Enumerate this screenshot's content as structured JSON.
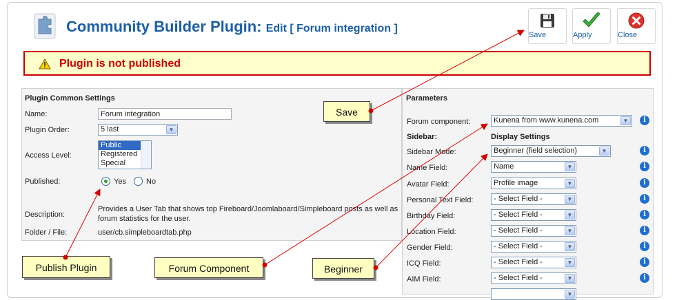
{
  "header": {
    "title": "Community Builder Plugin:",
    "subtitle": "Edit [ Forum integration ]"
  },
  "toolbar": {
    "save_label": "Save",
    "apply_label": "Apply",
    "close_label": "Close"
  },
  "notice": {
    "text": "Plugin is not published"
  },
  "common": {
    "heading": "Plugin Common Settings",
    "name_label": "Name:",
    "name_value": "Forum integration",
    "order_label": "Plugin Order:",
    "order_value": "5 last",
    "access_label": "Access Level:",
    "access_options": [
      "Public",
      "Registered",
      "Special"
    ],
    "published_label": "Published:",
    "published_yes": "Yes",
    "published_no": "No",
    "description_label": "Description:",
    "description_text": "Provides a User Tab that shows top Fireboard/Joomlaboard/Simpleboard posts as well as forum statistics for the user.",
    "folder_label": "Folder / File:",
    "folder_value": "user/cb.simpleboardtab.php"
  },
  "parameters": {
    "heading": "Parameters",
    "forum_component_label": "Forum component:",
    "forum_component_value": "Kunena from www.kunena.com",
    "sidebar_label": "Sidebar:",
    "display_settings_label": "Display Settings",
    "sidebar_mode_label": "Sidebar Mode:",
    "sidebar_mode_value": "Beginner (field selection)",
    "fields": [
      {
        "label": "Name Field:",
        "value": "Name"
      },
      {
        "label": "Avatar Field:",
        "value": "Profile image"
      },
      {
        "label": "Personal Text Field:",
        "value": "- Select Field -"
      },
      {
        "label": "Birthday Field:",
        "value": "- Select Field -"
      },
      {
        "label": "Location Field:",
        "value": "- Select Field -"
      },
      {
        "label": "Gender Field:",
        "value": "- Select Field -"
      },
      {
        "label": "ICQ Field:",
        "value": "- Select Field -"
      },
      {
        "label": "AIM Field:",
        "value": "- Select Field -"
      }
    ]
  },
  "callouts": {
    "save": "Save",
    "publish": "Publish Plugin",
    "forum_component": "Forum Component",
    "beginner": "Beginner"
  },
  "colors": {
    "title_blue": "#1c5fa8",
    "alert_red": "#cc0000",
    "callout_yellow": "#ffffc2",
    "info_blue": "#1e6fd0"
  }
}
